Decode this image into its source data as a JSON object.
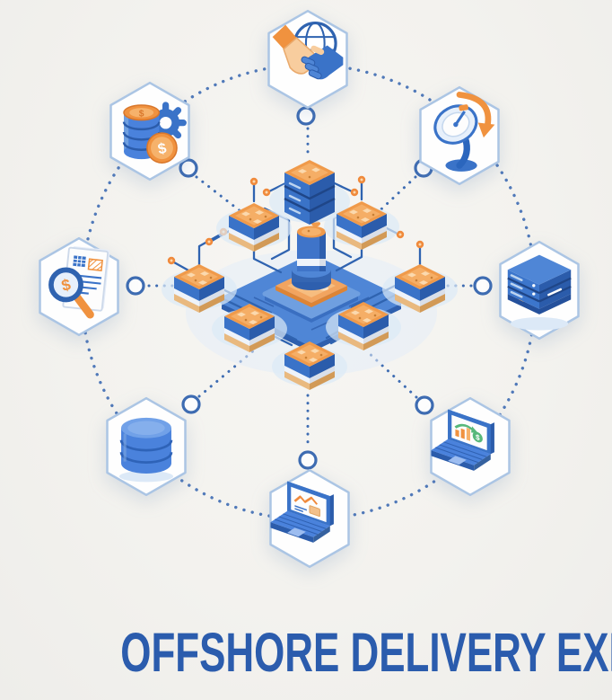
{
  "title": {
    "text": "OFFSHORE DELIVERY EXPERTS",
    "color": "#2b5cad"
  },
  "background_color": "#f3f2ee",
  "palette": {
    "primary_blue": "#3a73c8",
    "dark_blue": "#2b5cab",
    "light_blue": "#7fa8e0",
    "pale_blue": "#dce9f7",
    "accent_orange": "#f0923f",
    "light_orange": "#f6b26b",
    "hex_border": "#abc5e4",
    "dotted_line": "#3e6cb2"
  },
  "glyphs": {
    "dollar": "$"
  },
  "diagram": {
    "center_illustration": "isometric-blockchain-platform-illustration",
    "nodes": [
      {
        "id": "handshake-globe",
        "icon": "handshake-globe-icon",
        "position": "top"
      },
      {
        "id": "satellite-dish",
        "icon": "satellite-dish-icon",
        "position": "top-right"
      },
      {
        "id": "server-rack",
        "icon": "server-rack-icon",
        "position": "right"
      },
      {
        "id": "laptop-growth-chart",
        "icon": "laptop-growth-chart-icon",
        "position": "bottom-right"
      },
      {
        "id": "laptop-line-chart",
        "icon": "laptop-line-chart-icon",
        "position": "bottom"
      },
      {
        "id": "database",
        "icon": "database-icon",
        "position": "bottom-left"
      },
      {
        "id": "document-audit",
        "icon": "document-magnifier-icon",
        "position": "left"
      },
      {
        "id": "coins-gear",
        "icon": "coins-gear-icon",
        "position": "top-left"
      }
    ]
  }
}
